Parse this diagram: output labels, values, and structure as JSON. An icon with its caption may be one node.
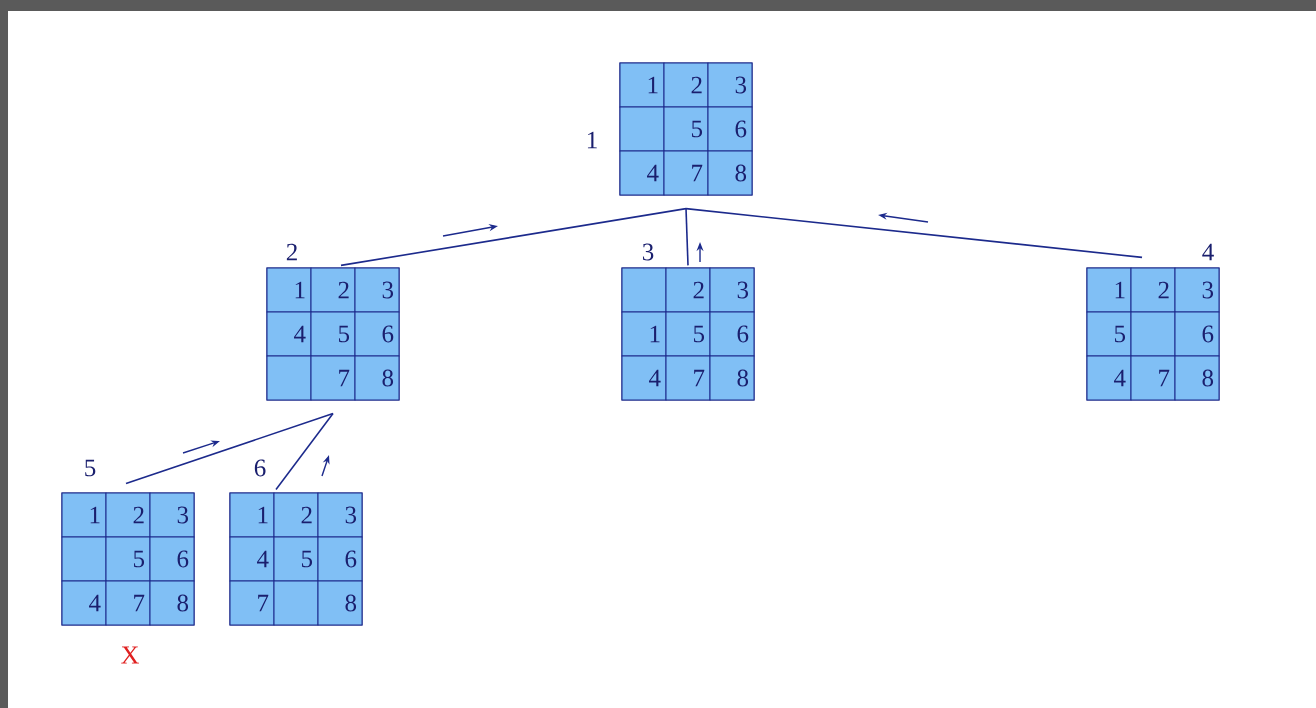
{
  "diagram": {
    "nodes": [
      {
        "text": [
          "1"
        ]
      },
      {
        "text": [
          "1"
        ],
        "in": 0
      },
      {
        "text": [
          "2"
        ],
        "in": 0
      },
      {
        "text": [
          "3"
        ],
        "in": 0
      },
      {
        "text": [],
        "shape": "box",
        "in": 0
      },
      {
        "text": [
          "5"
        ],
        "in": 0
      },
      {
        "text": [
          "6"
        ],
        "in": 0
      },
      {
        "text": [
          "4"
        ],
        "in": 0
      },
      {
        "text": [
          "7"
        ],
        "in": 0
      },
      {
        "text": [
          "8"
        ],
        "in": 0
      },
      {
        "text": [
          "2"
        ]
      },
      {
        "text": [
          "1"
        ],
        "in": 10
      },
      {
        "text": [
          "2"
        ],
        "in": 10
      },
      {
        "text": [
          "3"
        ],
        "in": 10
      },
      {
        "text": [
          "4"
        ],
        "in": 10
      },
      {
        "text": [
          "5"
        ],
        "in": 10
      },
      {
        "text": [
          "6"
        ],
        "in": 10
      },
      {
        "text": [],
        "shape": "box",
        "in": 10
      },
      {
        "text": [
          "7"
        ],
        "in": 10
      },
      {
        "text": [
          "8"
        ],
        "in": 10
      },
      {
        "text": [
          "3"
        ]
      },
      {
        "text": [],
        "shape": "box",
        "in": 20
      },
      {
        "text": [
          "2"
        ],
        "in": 20
      },
      {
        "text": [
          "3"
        ],
        "in": 20
      },
      {
        "text": [
          "1"
        ],
        "in": 20
      },
      {
        "text": [
          "5"
        ],
        "in": 20
      },
      {
        "text": [
          "6"
        ],
        "in": 20
      },
      {
        "text": [
          "4"
        ],
        "in": 20
      },
      {
        "text": [
          "7"
        ],
        "in": 20
      },
      {
        "text": [
          "8"
        ],
        "in": 20
      },
      {
        "text": [
          "4"
        ]
      },
      {
        "text": [
          "1"
        ],
        "in": 30
      },
      {
        "text": [
          "2"
        ],
        "in": 30
      },
      {
        "text": [
          "3"
        ],
        "in": 30
      },
      {
        "text": [
          "5"
        ],
        "in": 30
      },
      {
        "text": [],
        "shape": "box",
        "in": 30
      },
      {
        "text": [
          "6"
        ],
        "in": 30
      },
      {
        "text": [
          "4"
        ],
        "in": 30
      },
      {
        "text": [
          "7"
        ],
        "in": 30
      },
      {
        "text": [
          "8"
        ],
        "in": 30
      },
      {
        "text": [
          "5"
        ]
      },
      {
        "text": [
          "1"
        ],
        "in": 40
      },
      {
        "text": [
          "2"
        ],
        "in": 40
      },
      {
        "text": [
          "3"
        ],
        "in": 40
      },
      {
        "text": [],
        "shape": "box",
        "in": 40
      },
      {
        "text": [
          "5"
        ],
        "in": 40
      },
      {
        "text": [
          "6"
        ],
        "in": 40
      },
      {
        "text": [
          "4"
        ],
        "in": 40
      },
      {
        "text": [
          "7"
        ],
        "in": 40
      },
      {
        "text": [
          "8"
        ],
        "in": 40
      },
      {
        "text": [
          "6"
        ]
      },
      {
        "text": [
          "1"
        ],
        "in": 50
      },
      {
        "text": [
          "2"
        ],
        "in": 50
      },
      {
        "text": [
          "3"
        ],
        "in": 50
      },
      {
        "text": [
          "4"
        ],
        "in": 50
      },
      {
        "text": [
          "5"
        ],
        "in": 50
      },
      {
        "text": [
          "6"
        ],
        "in": 50
      },
      {
        "text": [
          "7"
        ],
        "in": 50
      },
      {
        "text": [],
        "shape": "box",
        "in": 50
      },
      {
        "text": [
          "8"
        ],
        "in": 50
      }
    ],
    "edges": [
      {
        "from": 0,
        "to": 10,
        "arrow": "none"
      },
      {
        "from": 0,
        "to": 20,
        "arrow": "none"
      },
      {
        "from": 0,
        "to": 30,
        "arrow": "none"
      },
      {
        "from": 10,
        "to": 40,
        "arrow": "none"
      },
      {
        "from": 10,
        "to": 50,
        "arrow": "none"
      }
    ],
    "labels": [
      "X"
    ]
  }
}
